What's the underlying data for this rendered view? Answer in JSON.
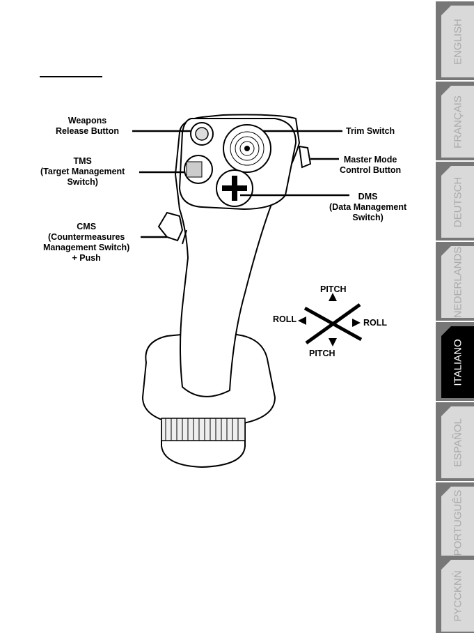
{
  "language_tabs": [
    {
      "label": "ENGLISH",
      "active": false
    },
    {
      "label": "FRANÇAIS",
      "active": false
    },
    {
      "label": "DEUTSCH",
      "active": false
    },
    {
      "label": "NEDERLANDS",
      "active": false
    },
    {
      "label": "ITALIANO",
      "active": true
    },
    {
      "label": "ESPAÑOL",
      "active": false
    },
    {
      "label": "PORTUGUÊS",
      "active": false
    },
    {
      "label": "PYCCKNŃ",
      "active": false
    }
  ],
  "callouts": {
    "weapons": [
      "Weapons",
      "Release Button"
    ],
    "tms": [
      "TMS",
      "(Target Management",
      "Switch)"
    ],
    "cms": [
      "CMS",
      "(Countermeasures",
      "Management Switch)",
      "+ Push"
    ],
    "trim": [
      "Trim Switch"
    ],
    "master": [
      "Master Mode",
      "Control Button"
    ],
    "dms": [
      "DMS",
      "(Data Management",
      "Switch)"
    ]
  },
  "axes": {
    "pitch_top": "PITCH",
    "pitch_bottom": "PITCH",
    "roll_left": "ROLL",
    "roll_right": "ROLL"
  }
}
